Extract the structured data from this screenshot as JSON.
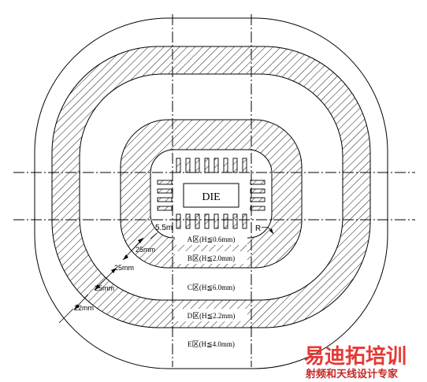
{
  "die_label": "DIE",
  "zones": {
    "a": "A区(H≦0.6mm)",
    "b": "B区(H≦2.0mm)",
    "c": "C区(H≦6.0mm)",
    "d": "D区(H≦2.2mm)",
    "e": "E区(H≦4.0mm)"
  },
  "dimensions": {
    "d1": "5.5",
    "d1_unit": "m",
    "d2": "25mm",
    "d3": "25mm",
    "d4": "25mm",
    "d5": "22mm",
    "radius": "R"
  },
  "watermark": {
    "brand": "易迪拓培训",
    "slogan": "射频和天线设计专家",
    "brand_color": "#e53935",
    "slogan_color": "#c62828"
  }
}
